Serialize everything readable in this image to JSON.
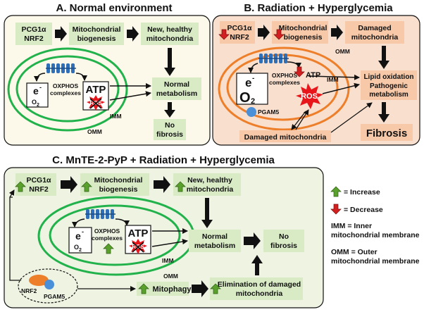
{
  "panels": {
    "a": {
      "title": "A. Normal environment",
      "pcg": [
        "PCG1α",
        "NRF2"
      ],
      "biogenesis": [
        "Mitochondrial",
        "biogenesis"
      ],
      "newmito": [
        "New, healthy",
        "mitochondria"
      ],
      "oxphos": [
        "OXPHOS",
        "complexes"
      ],
      "e": "e",
      "e_sup": "-",
      "o2": "O",
      "o2_sub": "2",
      "atp": "ATP",
      "ros": "ROS",
      "imm": "IMM",
      "omm": "OMM",
      "normal": [
        "Normal",
        "metabolism"
      ],
      "fibrosis": [
        "No",
        "fibrosis"
      ]
    },
    "b": {
      "title": "B. Radiation + Hyperglycemia",
      "pcg": [
        "PCG1α",
        "NRF2"
      ],
      "biogenesis": [
        "Mitochondrial",
        "biogenesis"
      ],
      "damaged": [
        "Damaged",
        "mitochondria"
      ],
      "oxphos": [
        "OXPHOS",
        "complexes"
      ],
      "e": "e",
      "e_sup": "-",
      "o2": "O",
      "o2_sub": "2",
      "atp": "ATP",
      "ros": "ROS",
      "imm": "IMM",
      "omm": "OMM",
      "pgam5": "PGAM5",
      "lipid": [
        "Lipid oxidation",
        "Pathogenic",
        "metabolism"
      ],
      "damaged_bottom": "Damaged mitochondria",
      "fibrosis": "Fibrosis"
    },
    "c": {
      "title": "C. MnTE-2-PyP + Radiation + Hyperglycemia",
      "pcg": [
        "PCG1α",
        "NRF2"
      ],
      "biogenesis": [
        "Mitochondrial",
        "biogenesis"
      ],
      "newmito": [
        "New, healthy",
        "mitochondria"
      ],
      "oxphos": [
        "OXPHOS",
        "complexes"
      ],
      "e": "e",
      "e_sup": "-",
      "o2": "O",
      "o2_sub": "2",
      "atp": "ATP",
      "ros": "ROS",
      "imm": "IMM",
      "omm": "OMM",
      "normal": [
        "Normal",
        "metabolism"
      ],
      "fibrosis": [
        "No",
        "fibrosis"
      ],
      "nrf2": "NRF2",
      "pgam5": "PGAM5",
      "mitophagy": "Mitophagy",
      "elimination": [
        "Elimination of damaged",
        "mitochondria"
      ]
    }
  },
  "legend": {
    "increase": "= Increase",
    "decrease": "= Decrease",
    "imm": [
      "IMM = Inner",
      "mitochondrial membrane"
    ],
    "omm": [
      "OMM = Outer",
      "mitochondrial membrane"
    ]
  },
  "colors": {
    "box_green": "#d8ebc5",
    "box_orange": "#f8c9a8",
    "panel_a_bg": "#fdf9ea",
    "panel_b_bg": "#f9dfce",
    "panel_c_bg": "#eef3e2",
    "green_ring": "#22b24c",
    "orange_ring": "#ee7f2a",
    "oxphos_blue": "#2f6fb7",
    "up_green": "#5aa02c",
    "down_red": "#d21f1f",
    "ros_red": "#e8161b"
  }
}
